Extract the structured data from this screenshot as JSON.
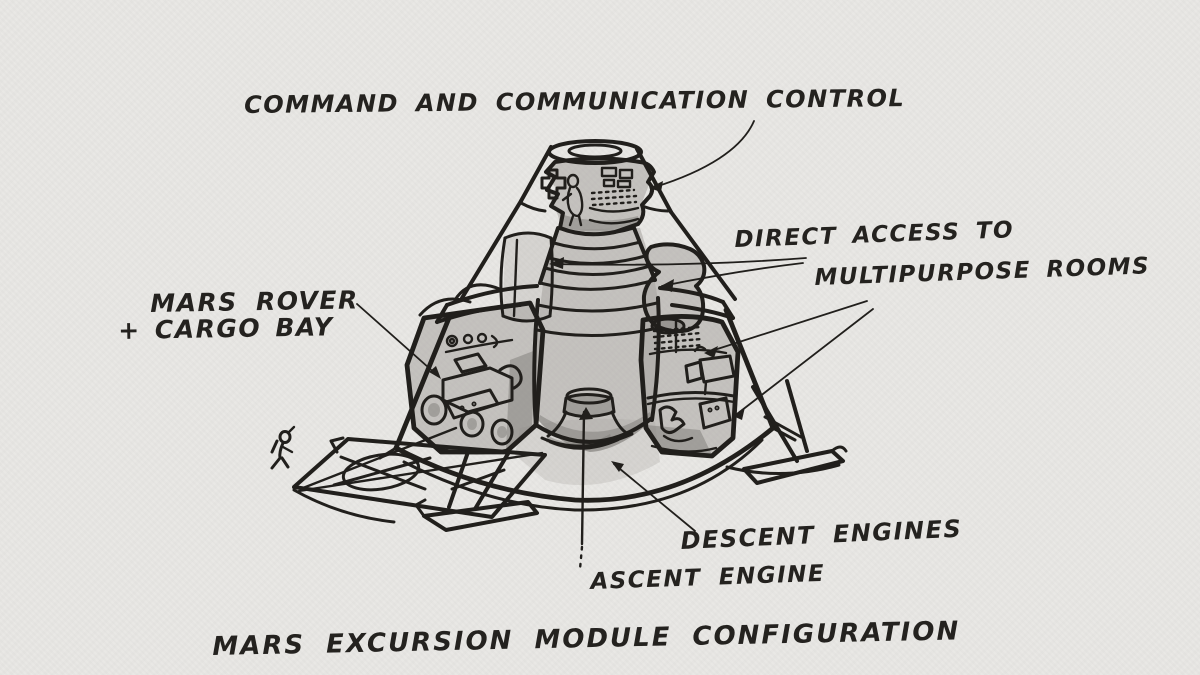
{
  "sketch": {
    "title": {
      "text": "MARS EXCURSION MODULE CONFIGURATION"
    },
    "annotations": {
      "command_control": {
        "text": "COMMAND AND COMMUNICATION CONTROL"
      },
      "direct_access": {
        "line1": "DIRECT ACCESS TO",
        "line2": "MULTIPURPOSE ROOMS"
      },
      "rover_cargo": {
        "line1": "MARS ROVER",
        "line2": "+ CARGO BAY"
      },
      "descent_engines": {
        "text": "DESCENT ENGINES"
      },
      "ascent_engine": {
        "text": "ASCENT ENGINE"
      }
    },
    "colors": {
      "paper": "#e9e8e5",
      "ink": "#211f1c",
      "marker_gray": "#a5a39f",
      "marker_dark": "#7e7c78"
    }
  }
}
